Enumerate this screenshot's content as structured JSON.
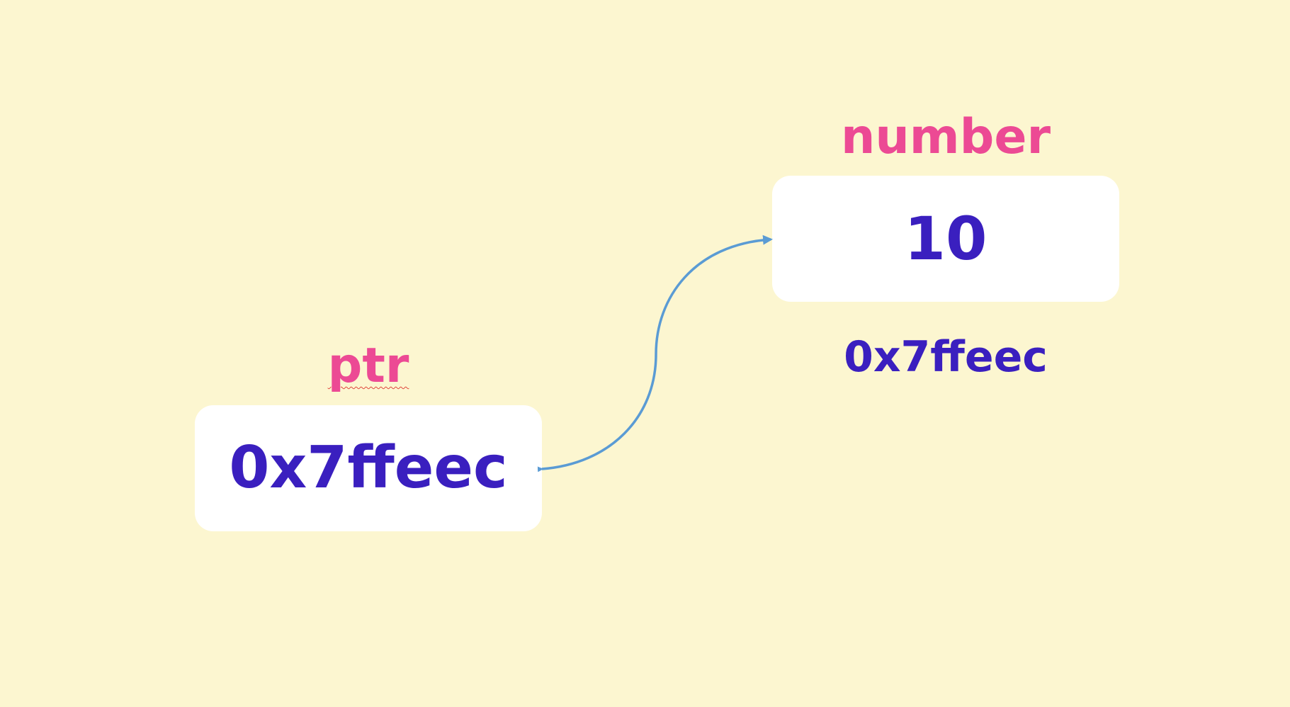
{
  "colors": {
    "background": "#fcf6d0",
    "variable_name": "#ec4a94",
    "value_text": "#3a1fbf",
    "box_fill": "#ffffff",
    "arrow": "#5a9bd4"
  },
  "number_var": {
    "name": "number",
    "value": "10",
    "address": "0x7ffeec"
  },
  "ptr_var": {
    "name": "ptr",
    "value": "0x7ffeec"
  }
}
